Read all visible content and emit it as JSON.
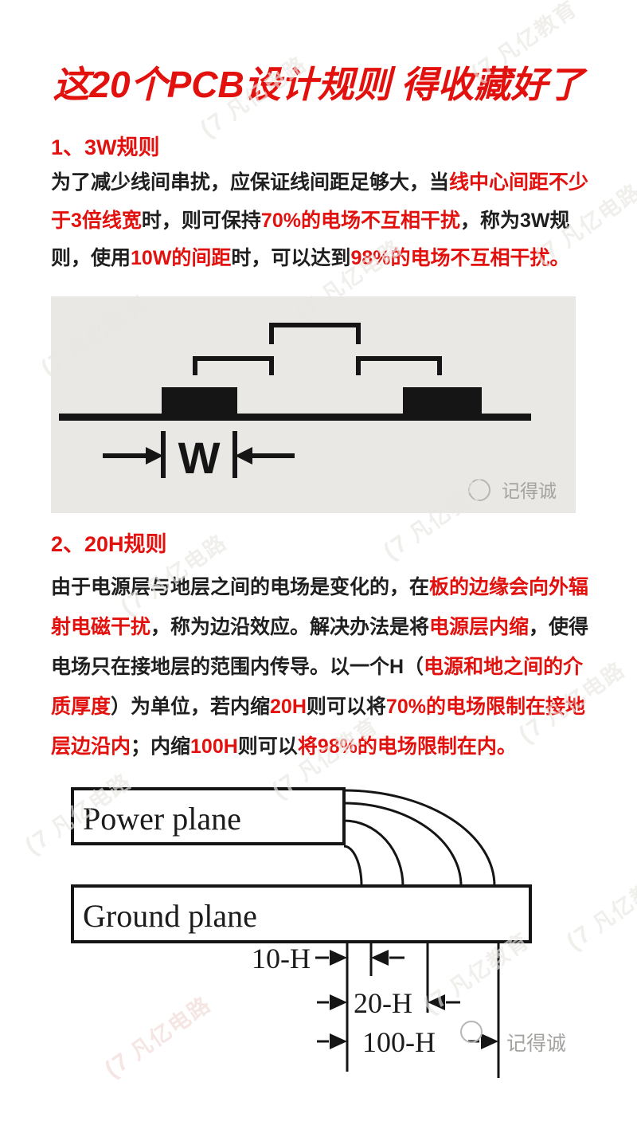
{
  "colors": {
    "red": "#e2110d",
    "text": "#1f1f1f",
    "page_bg": "#ffffff",
    "figure1_bg": "#e9e8e5",
    "figure_ink": "#151515",
    "watermark_gray": "#e9e7e3",
    "signature_gray": "#a5a3a0"
  },
  "title": "这20个PCB设计规则 得收藏好了",
  "watermark": {
    "logo": "(7",
    "brand1": "凡亿电路",
    "brand2": "凡亿教育"
  },
  "sections": [
    {
      "heading": "1、3W规则",
      "lines": [
        [
          {
            "t": "为了减少线间串扰，应保证线间距足够大，当"
          },
          {
            "t": "线中心间距不少",
            "c": "red"
          }
        ],
        [
          {
            "t": "于3倍线宽",
            "c": "red"
          },
          {
            "t": "时，则可保持"
          },
          {
            "t": "70%的电场不互相干扰",
            "c": "red"
          },
          {
            "t": "，称为3W规"
          }
        ],
        [
          {
            "t": "则，使用"
          },
          {
            "t": "10W的间距",
            "c": "red"
          },
          {
            "t": "时，可以达到"
          },
          {
            "t": "98%的电场不互相干扰。",
            "c": "red"
          }
        ]
      ]
    },
    {
      "heading": "2、20H规则",
      "lines": [
        [
          {
            "t": "由于电源层与地层之间的电场是变化的，在"
          },
          {
            "t": "板的边缘会向外辐",
            "c": "red"
          }
        ],
        [
          {
            "t": "射电磁干扰",
            "c": "red"
          },
          {
            "t": "，称为边沿效应。解决办法是将"
          },
          {
            "t": "电源层内缩",
            "c": "red"
          },
          {
            "t": "，使得"
          }
        ],
        [
          {
            "t": "电场只在接地层的范围内传导。以一个H（"
          },
          {
            "t": "电源和地之间的介",
            "c": "red"
          }
        ],
        [
          {
            "t": "质厚度",
            "c": "red"
          },
          {
            "t": "）为单位，若内缩"
          },
          {
            "t": "20H",
            "c": "red"
          },
          {
            "t": "则可以将"
          },
          {
            "t": "70%的电场限制在接地",
            "c": "red"
          }
        ],
        [
          {
            "t": "层边沿内",
            "c": "red"
          },
          {
            "t": "；内缩"
          },
          {
            "t": "100H",
            "c": "red"
          },
          {
            "t": "则可以"
          },
          {
            "t": "将98%的电场限制在内。",
            "c": "red"
          }
        ]
      ]
    }
  ],
  "figure1": {
    "w_label": "W",
    "signature": "记得诚"
  },
  "figure2": {
    "power_label": "Power plane",
    "ground_label": "Ground plane",
    "dim_labels": [
      "10-H",
      "20-H",
      "100-H"
    ],
    "signature": "记得诚"
  }
}
